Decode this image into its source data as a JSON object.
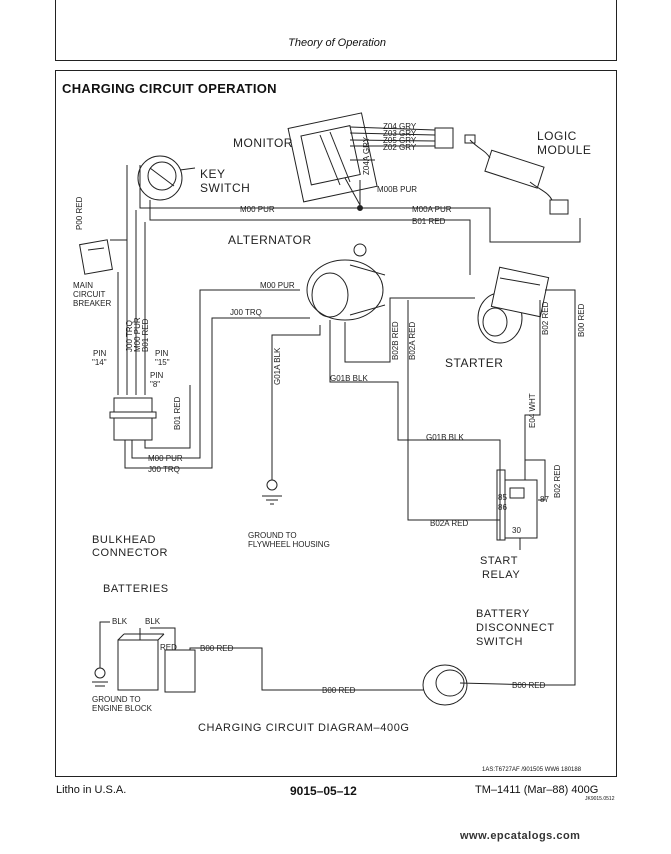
{
  "header": {
    "title": "Theory of Operation"
  },
  "section": {
    "title": "CHARGING CIRCUIT OPERATION"
  },
  "components": {
    "monitor": "MONITOR",
    "logic_module_1": "LOGIC",
    "logic_module_2": "MODULE",
    "key_switch_1": "KEY",
    "key_switch_2": "SWITCH",
    "alternator": "ALTERNATOR",
    "breaker_1": "MAIN",
    "breaker_2": "CIRCUIT",
    "breaker_3": "BREAKER",
    "starter": "STARTER",
    "bulkhead_1": "BULKHEAD",
    "bulkhead_2": "CONNECTOR",
    "batteries": "BATTERIES",
    "start_relay_1": "START",
    "start_relay_2": "RELAY",
    "disconnect_1": "BATTERY",
    "disconnect_2": "DISCONNECT",
    "disconnect_3": "SWITCH",
    "ground_fw_1": "GROUND TO",
    "ground_fw_2": "FLYWHEEL HOUSING",
    "ground_eb_1": "GROUND TO",
    "ground_eb_2": "ENGINE BLOCK"
  },
  "wires": {
    "z04": "Z04 GRY",
    "z03": "Z03 GRY",
    "z05": "Z05 GRY",
    "z02": "Z02 GRY",
    "z04a": "Z04A GRY",
    "m00b": "M00B PUR",
    "m00": "M00 PUR",
    "m00a": "M00A PUR",
    "b01": "B01 RED",
    "p00": "P00 RED",
    "m00_alt": "M00 PUR",
    "j00_alt": "J00 TRQ",
    "j00_v": "J00 TRQ",
    "m00_v": "M00 PUR",
    "b01_v": "B01 RED",
    "b01_v2": "B01 RED",
    "g01a": "G01A BLK",
    "b02b": "B02B RED",
    "b02a_v": "B02A RED",
    "g01b": "G01B BLK",
    "g01b_2": "G01B BLK",
    "b02_1": "B02 RED",
    "b00_v": "B00 RED",
    "e04": "E04 WHT",
    "b02_2": "B02 RED",
    "b02a_h": "B02A RED",
    "m00_b": "M00 PUR",
    "j00_b": "J00 TRQ",
    "b00_1": "B00 RED",
    "b00_2": "B00 RED",
    "b00_3": "B00 RED",
    "blk_1": "BLK",
    "blk_2": "BLK",
    "red_bat": "RED"
  },
  "pins": {
    "p14": "PIN",
    "p14n": "\"14\"",
    "p15": "PIN",
    "p15n": "\"15\"",
    "p8": "PIN",
    "p8n": "\"8\""
  },
  "relay_terms": {
    "t85": "85",
    "t86": "86",
    "t87": "87",
    "t30": "30"
  },
  "caption": "CHARGING CIRCUIT DIAGRAM–400G",
  "ref_code": "1AS:T6727AF /901505 WW6 180188",
  "footer": {
    "left": "Litho in U.S.A.",
    "center": "9015–05–12",
    "right": "TM–1411 (Mar–88) 400G",
    "code": "JK9015.0512"
  },
  "watermark": "www.epcatalogs.com"
}
